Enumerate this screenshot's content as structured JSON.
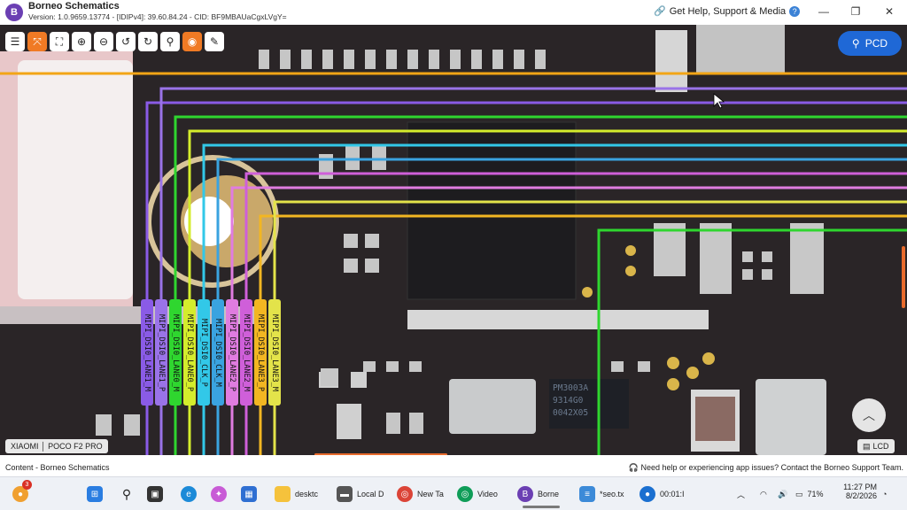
{
  "window": {
    "title": "Borneo Schematics",
    "version": "Version: 1.0.9659.13774 - [IDIPv4]: 39.60.84.24 - CID: BF9MBAUaCgxLVgY=",
    "help_label": "Get Help, Support & Media",
    "minimize": "—",
    "maximize": "❐",
    "close": "✕"
  },
  "toolbar": {
    "tools": [
      {
        "name": "list-icon",
        "glyph": "☰"
      },
      {
        "name": "fit-icon",
        "glyph": "⤧"
      },
      {
        "name": "fullscreen-icon",
        "glyph": "⛶"
      },
      {
        "name": "zoom-in-icon",
        "glyph": "⊕"
      },
      {
        "name": "zoom-out-icon",
        "glyph": "⊖"
      },
      {
        "name": "rotate-left-icon",
        "glyph": "↺"
      },
      {
        "name": "rotate-right-icon",
        "glyph": "↻"
      },
      {
        "name": "search-icon",
        "glyph": "⚲"
      },
      {
        "name": "mouse-icon",
        "glyph": "◉"
      },
      {
        "name": "draw-icon",
        "glyph": "✎"
      }
    ],
    "pcd_label": "PCD"
  },
  "board": {
    "device": "XIAOMI │ POCO F2 PRO",
    "layer": "LCD",
    "chip_marking": [
      "PM3003A",
      "9314G0",
      "0042X05"
    ]
  },
  "nets": [
    {
      "label": "MIPI_DSI0_LANE1_M",
      "color": "#8a5be6"
    },
    {
      "label": "MIPI_DSI0_LANE1_P",
      "color": "#9a73e8"
    },
    {
      "label": "MIPI_DSI0_LANE0_M",
      "color": "#2fd62f"
    },
    {
      "label": "MIPI_DSI0_LANE0_P",
      "color": "#d4ec2c"
    },
    {
      "label": "MIPI_DSI0_CLK_P",
      "color": "#32c8e8"
    },
    {
      "label": "MIPI_DSI0_CLK_M",
      "color": "#3aa3e0"
    },
    {
      "label": "MIPI_DSI0_LANE2_P",
      "color": "#e07ce0"
    },
    {
      "label": "MIPI_DSI0_LANE2_M",
      "color": "#cf5fd9"
    },
    {
      "label": "MIPI_DSI0_LANE3_P",
      "color": "#f2b622"
    },
    {
      "label": "MIPI_DSI0_LANE3_M",
      "color": "#e3e34a"
    }
  ],
  "status": {
    "left": "Content - Borneo Schematics",
    "right": "Need help or experiencing app issues? Contact the Borneo Support Team."
  },
  "taskbar": {
    "items": [
      {
        "label": "desktc"
      },
      {
        "label": "Local D"
      },
      {
        "label": "New Ta"
      },
      {
        "label": "Video"
      },
      {
        "label": "Borne"
      },
      {
        "label": "*seo.tx"
      },
      {
        "label": "00:01:I"
      }
    ],
    "badge": "3",
    "battery": "71%",
    "time": "11:27 PM",
    "date": "8/2/2026"
  }
}
